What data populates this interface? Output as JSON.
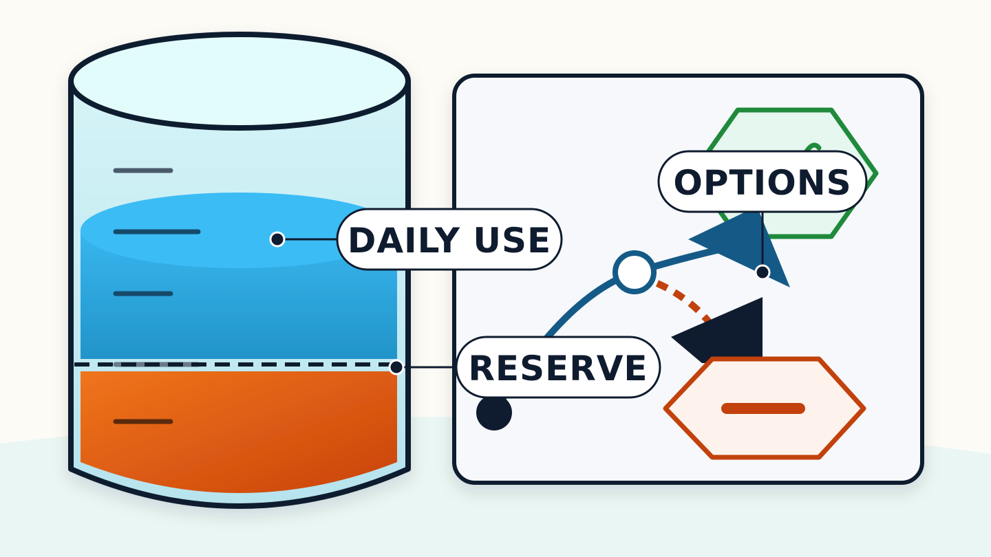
{
  "labels": {
    "daily_use": "DAILY USE",
    "reserve": "RESERVE",
    "options": "OPTIONS"
  },
  "tank": {
    "daily_use_level_fraction": 0.53,
    "reserve_level_fraction": 0.27
  },
  "colors": {
    "background": "#fcfbf6",
    "ground": "#eaf6f3",
    "outline": "#0f1b2e",
    "tank_glass": "#d9f6f8",
    "daily_use_water": "#3bbcf5",
    "reserve": "#e05a10",
    "path_blue": "#155a87",
    "green_accent": "#1f8a3b",
    "orange_accent": "#c2410c",
    "panel_bg": "#f6f8fb"
  },
  "icons": {
    "start_node": "filled-circle",
    "junction_node": "hollow-circle",
    "direction_markers": "triangle-arrow",
    "option_shapes": "hexagon"
  }
}
